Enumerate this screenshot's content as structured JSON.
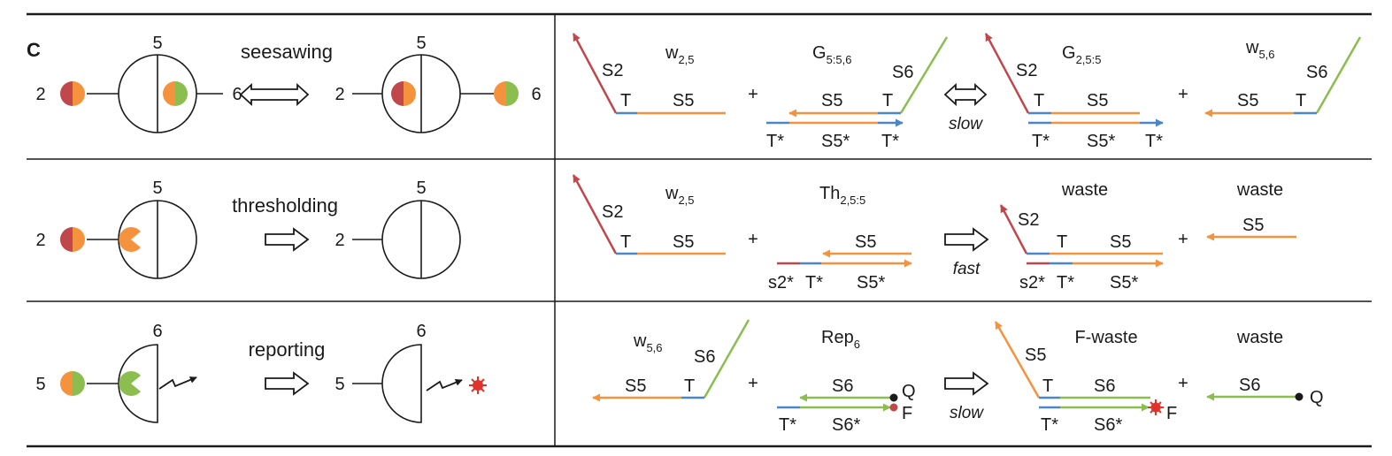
{
  "panel_label": "C",
  "colors": {
    "red": "#c0474b",
    "orange": "#f5923e",
    "green": "#8cbd4f",
    "blue": "#4a86c8",
    "ink": "#1a1a1a",
    "spark": "#e0332b"
  },
  "rows": [
    {
      "process": "seesawing",
      "left": {
        "top": "5",
        "left_num": "2",
        "right_num": "6"
      },
      "right": {
        "top": "5",
        "left_num": "2",
        "right_num": "6"
      },
      "reaction": {
        "rate": "slow",
        "m1": {
          "name": "w",
          "sub": "2,5",
          "s_label": "S2",
          "t_label": "T",
          "tail_label": "S5"
        },
        "m2": {
          "name": "G",
          "sub": "5:5,6",
          "s_label": "S6",
          "t_label": "T",
          "top_label": "S5",
          "bottom_left": "T*",
          "bottom_mid": "S5*",
          "bottom_right": "T*"
        },
        "m3": {
          "name": "G",
          "sub": "2,5:5",
          "s_label": "S2",
          "t_label": "T",
          "top_label": "S5",
          "bottom_left": "T*",
          "bottom_mid": "S5*",
          "bottom_right": "T*"
        },
        "m4": {
          "name": "w",
          "sub": "5,6",
          "s_label": "S6",
          "t_label": "T",
          "tail_label": "S5"
        },
        "plus": "+"
      }
    },
    {
      "process": "thresholding",
      "left": {
        "top": "5",
        "left_num": "2"
      },
      "right": {
        "top": "5",
        "left_num": "2"
      },
      "reaction": {
        "rate": "fast",
        "m1": {
          "name": "w",
          "sub": "2,5",
          "s_label": "S2",
          "t_label": "T",
          "tail_label": "S5"
        },
        "m2": {
          "name": "Th",
          "sub": "2,5:5",
          "top_label": "S5",
          "bottom_left": "s2*",
          "bottom_mid": "T*",
          "bottom_right": "S5*"
        },
        "m3": {
          "name": "waste",
          "s_label": "S2",
          "t_label": "T",
          "top_label": "S5",
          "bottom_left": "s2*",
          "bottom_mid": "T*",
          "bottom_right": "S5*"
        },
        "m4": {
          "name": "waste",
          "top_label": "S5"
        },
        "plus": "+"
      }
    },
    {
      "process": "reporting",
      "left": {
        "top": "6",
        "left_num": "5"
      },
      "right": {
        "top": "6",
        "left_num": "5"
      },
      "reaction": {
        "rate": "slow",
        "m1": {
          "name": "w",
          "sub": "5,6",
          "s_label": "S6",
          "t_label": "T",
          "tail_label": "S5"
        },
        "m2": {
          "name": "Rep",
          "sub": "6",
          "top_label": "S6",
          "bottom_left": "T*",
          "bottom_right": "S6*",
          "q_label": "Q",
          "f_label": "F"
        },
        "m3": {
          "name": "F-waste",
          "s_label": "S5",
          "t_label": "T",
          "top_label": "S6",
          "bottom_left": "T*",
          "bottom_right": "S6*",
          "f_label": "F"
        },
        "m4": {
          "name": "waste",
          "top_label": "S6",
          "q_label": "Q"
        },
        "plus": "+"
      }
    }
  ]
}
